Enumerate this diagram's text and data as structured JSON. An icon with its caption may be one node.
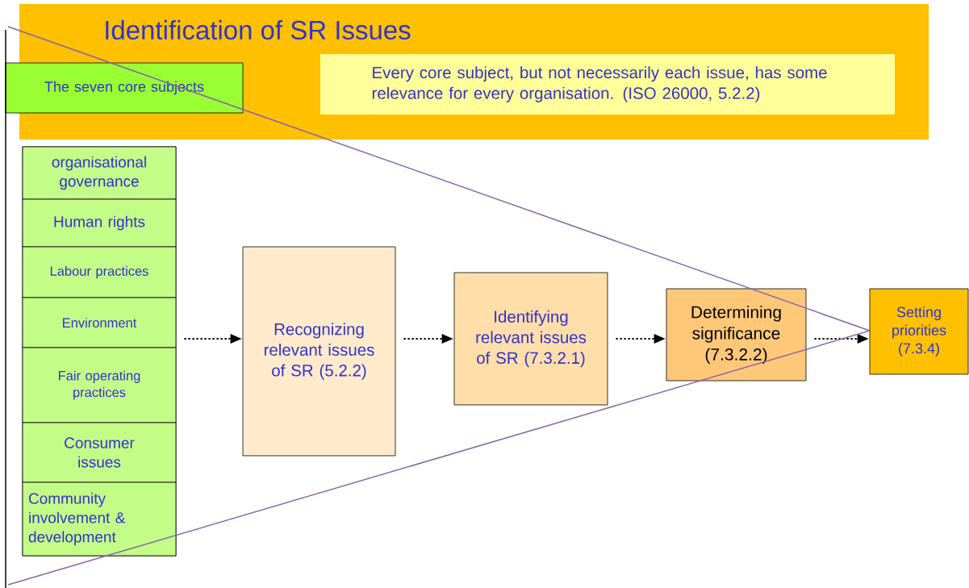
{
  "diagram": {
    "title": "Identification of SR Issues",
    "nodes": [
      {
        "text": [
          "The seven core subjects"
        ]
      },
      {
        "text": [
          "Every core subject, but not necessarily each issue, has some relevance for every organisation. (ISO 26000, 5.2.2)"
        ]
      },
      {
        "text": [],
        "shape": "box"
      },
      {
        "text": [
          "organisational governance"
        ],
        "in": 2
      },
      {
        "text": [
          "Human rights"
        ],
        "in": 2
      },
      {
        "text": [
          "Labour practices"
        ],
        "in": 2
      },
      {
        "text": [
          "Environment"
        ],
        "in": 2
      },
      {
        "text": [
          "Fair operating practices"
        ],
        "in": 2
      },
      {
        "text": [
          "Consumer issues"
        ],
        "in": 2
      },
      {
        "text": [
          "Community involvement & development"
        ],
        "in": 2
      },
      {
        "text": [
          "Recognizing relevant issues of SR (5.2.2)"
        ]
      },
      {
        "text": [
          "Identifying relevant issues of SR (7.3.2.1)"
        ]
      },
      {
        "text": [
          "Determining significance (7.3.2.2)"
        ]
      },
      {
        "text": [
          "Setting priorities (7.3.4)"
        ]
      }
    ],
    "edges": [
      {
        "from": 2,
        "to": 10,
        "arrow": "to",
        "style": "dashed"
      },
      {
        "from": 10,
        "to": 11,
        "arrow": "to",
        "style": "dashed"
      },
      {
        "from": 11,
        "to": 12,
        "arrow": "to",
        "style": "dashed"
      },
      {
        "from": 12,
        "to": 13,
        "arrow": "to",
        "style": "dashed"
      }
    ]
  }
}
